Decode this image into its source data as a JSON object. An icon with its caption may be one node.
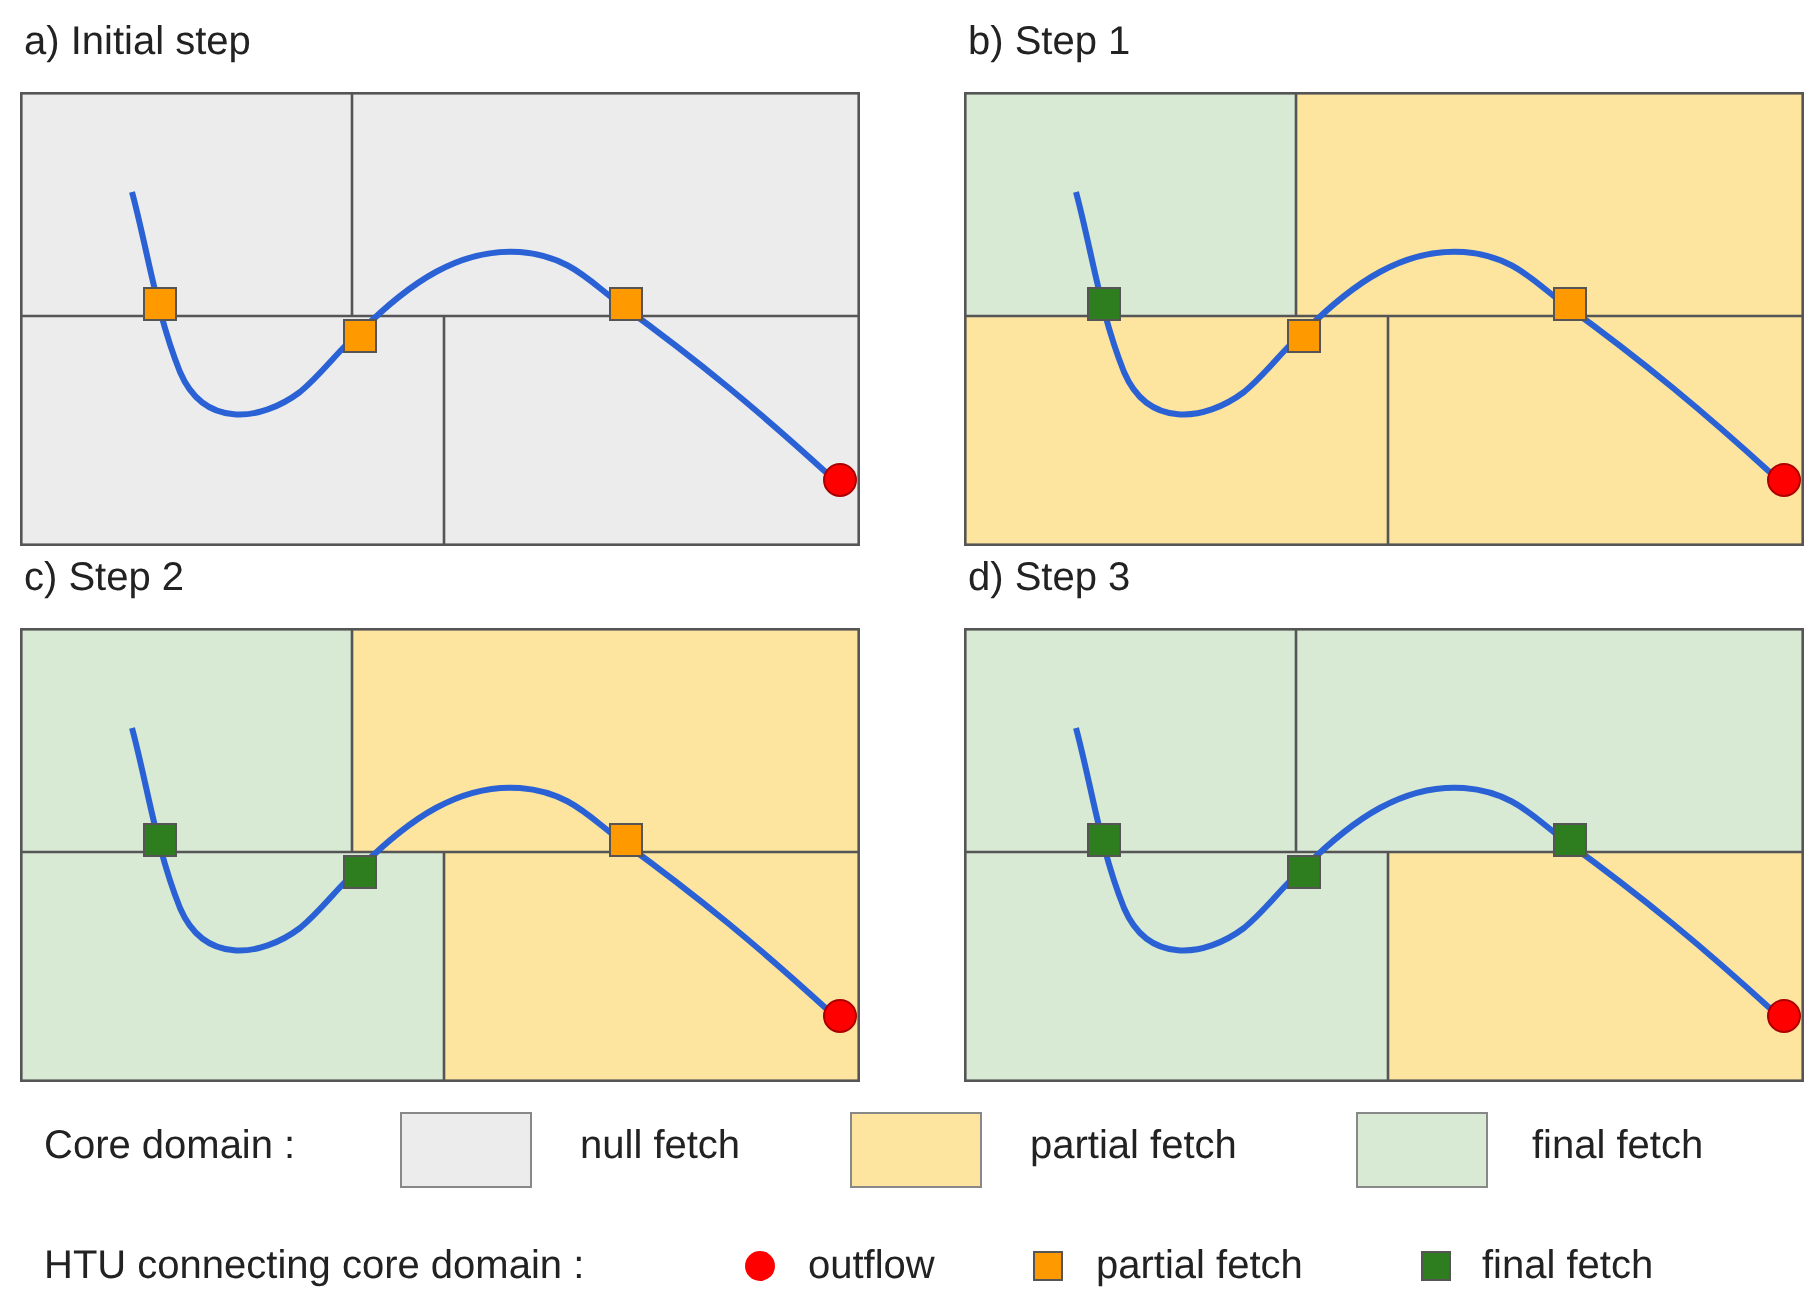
{
  "diagram": {
    "labels": [
      "a) Initial step",
      "b) Step 1",
      "c) Step 2",
      "d) Step 3",
      "Core domain :",
      "HTU connecting core domain :"
    ],
    "legend": [
      {
        "text": "null fetch",
        "color": "#ececec"
      },
      {
        "text": "partial fetch",
        "color": "#fde49f"
      },
      {
        "text": "final fetch",
        "color": "#d8e9d4"
      },
      {
        "text": "outflow",
        "color": "#ff0000"
      },
      {
        "text": "partial fetch",
        "color": "#ff9900"
      },
      {
        "text": "final fetch",
        "color": "#2e7d1e"
      }
    ]
  }
}
